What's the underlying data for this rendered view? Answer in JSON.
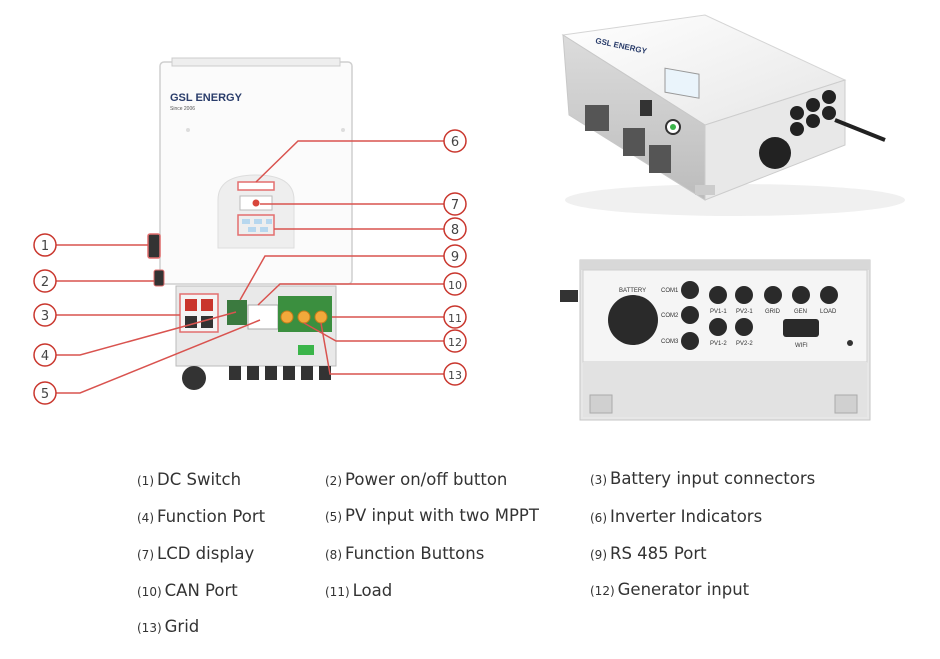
{
  "brand": {
    "name": "GSL ENERGY",
    "tagline": "Since 2006"
  },
  "callouts": [
    {
      "id": 1,
      "label": "1"
    },
    {
      "id": 2,
      "label": "2"
    },
    {
      "id": 3,
      "label": "3"
    },
    {
      "id": 4,
      "label": "4"
    },
    {
      "id": 5,
      "label": "5"
    },
    {
      "id": 6,
      "label": "6"
    },
    {
      "id": 7,
      "label": "7"
    },
    {
      "id": 8,
      "label": "8"
    },
    {
      "id": 9,
      "label": "9"
    },
    {
      "id": 10,
      "label": "10"
    },
    {
      "id": 11,
      "label": "11"
    },
    {
      "id": 12,
      "label": "12"
    },
    {
      "id": 13,
      "label": "13"
    }
  ],
  "bottom_labels": {
    "battery": "BATTERY",
    "com1": "COM1",
    "com2": "COM2",
    "com3": "COM3",
    "pv11": "PV1-1",
    "pv21": "PV2-1",
    "pv12": "PV1-2",
    "pv22": "PV2-2",
    "grid": "GRID",
    "gen": "GEN",
    "load": "LOAD",
    "wifi": "WIFI"
  },
  "legend": [
    {
      "num": "(1)",
      "text": "DC Switch"
    },
    {
      "num": "(2)",
      "text": "Power on/off button"
    },
    {
      "num": "(3)",
      "text": "Battery input connectors"
    },
    {
      "num": "(4)",
      "text": "Function Port"
    },
    {
      "num": "(5)",
      "text": "PV input with two MPPT"
    },
    {
      "num": "(6)",
      "text": "Inverter Indicators"
    },
    {
      "num": "(7)",
      "text": "LCD display"
    },
    {
      "num": "(8)",
      "text": "Function Buttons"
    },
    {
      "num": "(9)",
      "text": "RS 485 Port"
    },
    {
      "num": "(10)",
      "text": "CAN Port"
    },
    {
      "num": "(11)",
      "text": "Load"
    },
    {
      "num": "(12)",
      "text": "Generator input"
    },
    {
      "num": "(13)",
      "text": "Grid"
    }
  ]
}
